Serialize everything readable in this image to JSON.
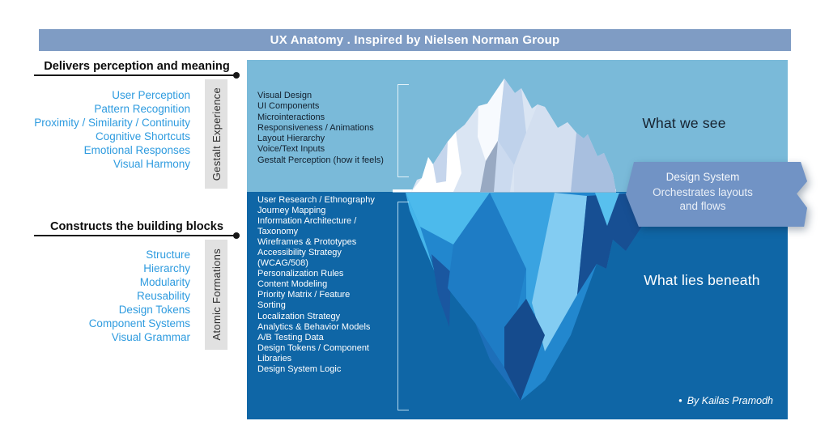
{
  "title_bar": {
    "text": "UX Anatomy . Inspired by Nielsen Norman Group"
  },
  "left_column": {
    "sections": [
      {
        "heading": "Delivers perception and meaning",
        "items": [
          "User Perception",
          "Pattern Recognition",
          "Proximity / Similarity / Continuity",
          "Cognitive Shortcuts",
          "Emotional Responses",
          "Visual Harmony"
        ],
        "vertical_label": "Gestalt Experience"
      },
      {
        "heading": "Constructs the building blocks",
        "items": [
          "Structure",
          "Hierarchy",
          "Modularity",
          "Reusability",
          "Design Tokens",
          "Component Systems",
          "Visual Grammar"
        ],
        "vertical_label": "Atomic Formations"
      }
    ]
  },
  "iceberg": {
    "above_water": {
      "zone_label": "What we see",
      "items": [
        "Visual Design",
        "UI Components",
        "Microinteractions",
        "Responsiveness / Animations",
        "Layout Hierarchy",
        "Voice/Text Inputs",
        "Gestalt Perception (how it feels)"
      ]
    },
    "below_water": {
      "zone_label": "What lies beneath",
      "items": [
        "User Research / Ethnography",
        "Journey Mapping",
        "Information Architecture / Taxonomy",
        "Wireframes & Prototypes",
        "Accessibility Strategy (WCAG/508)",
        "Personalization Rules",
        "Content Modeling",
        "Priority Matrix / Feature Sorting",
        "Localization Strategy",
        "Analytics & Behavior Models",
        "A/B Testing Data",
        "Design Tokens / Component Libraries",
        "Design System Logic"
      ]
    },
    "ribbon": {
      "title": "Design System",
      "subtitle": "Orchestrates layouts and flows"
    },
    "credit": {
      "bullet": "•",
      "text": "By Kailas Pramodh"
    }
  },
  "colors": {
    "title_bar": "#7F9CC4",
    "sky": "#7ABAD9",
    "sea": "#0F66A6",
    "accent_blue_text": "#2E9BDF",
    "ribbon": "#7193C5",
    "vertical_label_bg": "#E1E1E1"
  }
}
